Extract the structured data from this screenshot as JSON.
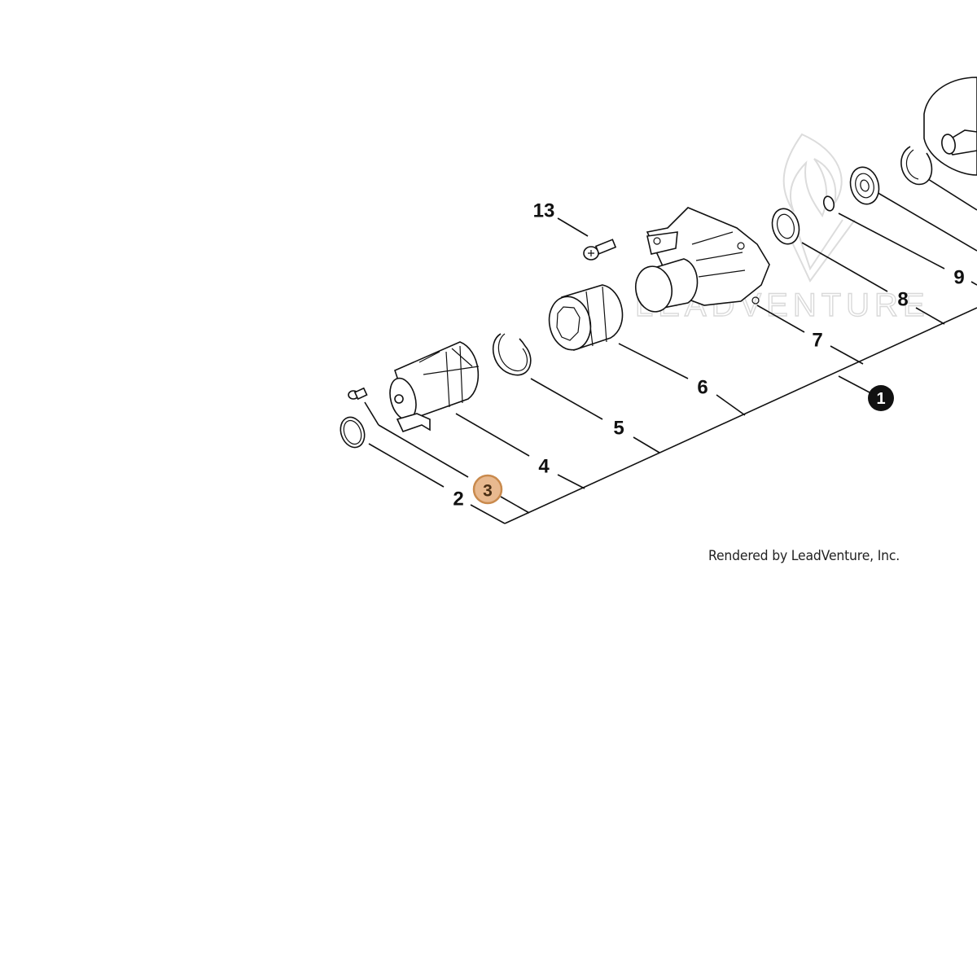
{
  "diagram": {
    "callouts": {
      "c1": "1",
      "c2": "2",
      "c3": "3",
      "c4": "4",
      "c5": "5",
      "c6": "6",
      "c7": "7",
      "c8": "8",
      "c9": "9",
      "c13": "13"
    },
    "highlighted_callout": "3",
    "credit": "Rendered by LeadVenture, Inc.",
    "watermark": "LEADVENTURE",
    "colors": {
      "highlight_fill": "#e8b98f",
      "highlight_stroke": "#c98a4d",
      "callout_1_fill": "#111111",
      "line": "#111111",
      "watermark": "#d9d9d9"
    }
  }
}
